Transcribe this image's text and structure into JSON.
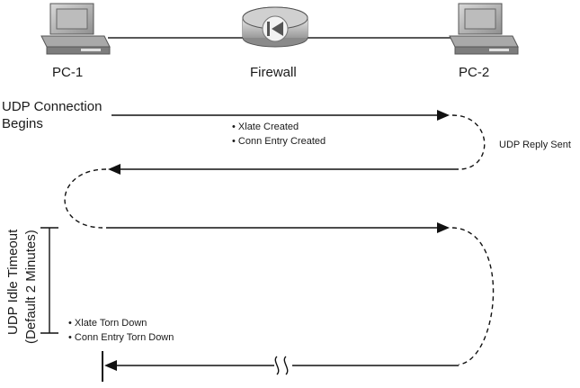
{
  "devices": {
    "left_label": "PC-1",
    "middle_label": "Firewall",
    "right_label": "PC-2"
  },
  "flow": {
    "start_line1": "UDP Connection",
    "start_line2": "Begins",
    "bullet_xlate_created": "• Xlate Created",
    "bullet_conn_created": "• Conn Entry Created",
    "reply_label": "UDP Reply Sent",
    "bullet_xlate_down": "• Xlate Torn Down",
    "bullet_conn_down": "• Conn Entry Torn Down"
  },
  "timeout": {
    "line1": "UDP Idle Timeout",
    "line2": "(Default 2 Minutes)"
  },
  "icons": [
    "pc-icon",
    "firewall-icon",
    "pc-icon"
  ]
}
